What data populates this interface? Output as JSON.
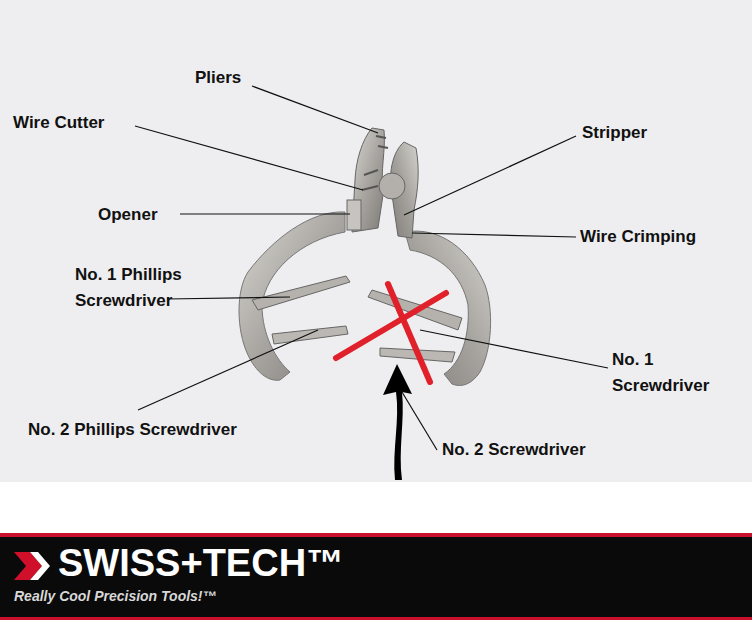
{
  "diagram": {
    "nodes": [
      {
        "text": [
          "SWISS+TECH™",
          "Really Cool Precision Tools!™"
        ]
      }
    ],
    "labels": [
      "Pliers",
      "Wire Cutter",
      "Opener",
      "No. 1 Phillips Screwdriver",
      "No. 2 Phillips Screwdriver",
      "Stripper",
      "Wire Crimping",
      "No. 1 Screwdriver",
      "No. 2 Screwdriver"
    ]
  }
}
